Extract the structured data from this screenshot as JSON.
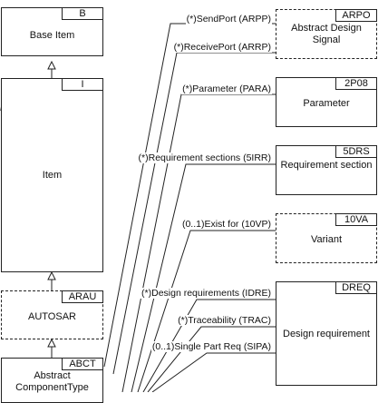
{
  "left_column": [
    {
      "id": "base-item",
      "tag": "B",
      "title": "Base Item",
      "dashed": false
    },
    {
      "id": "item",
      "tag": "I",
      "title": "Item",
      "dashed": false
    },
    {
      "id": "autosar",
      "tag": "ARAU",
      "title": "AUTOSAR",
      "dashed": true
    },
    {
      "id": "abstract-component-type",
      "tag": "ABCT",
      "title": "Abstract ComponentType",
      "dashed": false
    }
  ],
  "right_column": [
    {
      "id": "abstract-design-signal",
      "tag": "ARPO",
      "title": "Abstract Design Signal",
      "dashed": true
    },
    {
      "id": "parameter",
      "tag": "2P08",
      "title": "Parameter",
      "dashed": false
    },
    {
      "id": "requirement-section",
      "tag": "5DRS",
      "title": "Requirement section",
      "dashed": false
    },
    {
      "id": "variant",
      "tag": "10VA",
      "title": "Variant",
      "dashed": true
    },
    {
      "id": "design-requirement",
      "tag": "DREQ",
      "title": "Design requirement",
      "dashed": false
    }
  ],
  "relations": [
    {
      "label": "(*)SendPort (ARPP)",
      "target": "abstract-design-signal"
    },
    {
      "label": "(*)ReceivePort (ARRP)",
      "target": "abstract-design-signal"
    },
    {
      "label": "(*)Parameter (PARA)",
      "target": "parameter"
    },
    {
      "label": "(*)Requirement sections (5IRR)",
      "target": "requirement-section"
    },
    {
      "label": "(0..1)Exist for (10VP)",
      "target": "variant"
    },
    {
      "label": "(*)Design requirements (IDRE)",
      "target": "design-requirement"
    },
    {
      "label": "(*)Traceability (TRAC)",
      "target": "design-requirement"
    },
    {
      "label": "(0..1)Single Part Req (SIPA)",
      "target": "design-requirement"
    }
  ]
}
